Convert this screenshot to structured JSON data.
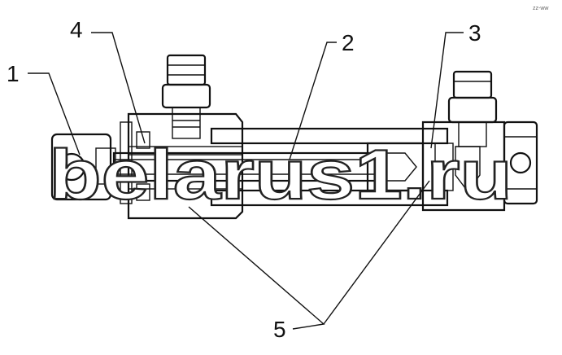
{
  "callouts": [
    {
      "label": "1"
    },
    {
      "label": "2"
    },
    {
      "label": "3"
    },
    {
      "label": "4"
    },
    {
      "label": "5"
    }
  ],
  "watermark": "belarus1.ru",
  "corner_mark": "zz-ww",
  "colors": {
    "ink": "#111111",
    "hatch": "#555555",
    "paper": "#ffffff"
  }
}
